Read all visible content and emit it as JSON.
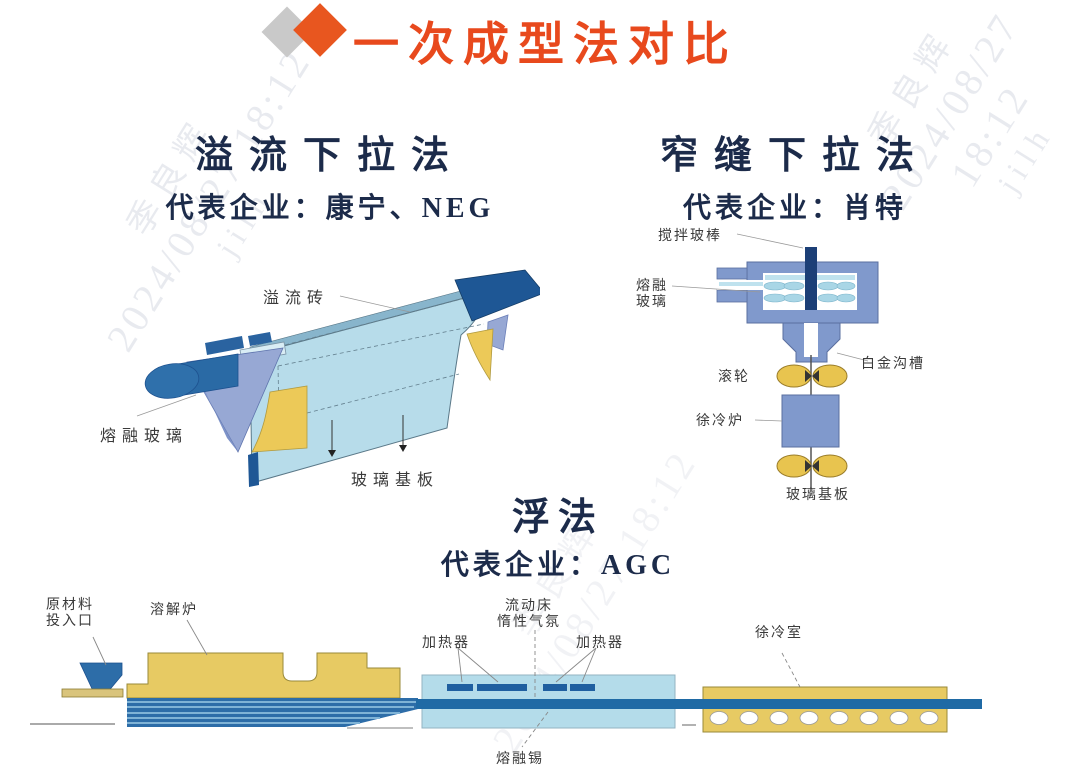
{
  "title": "一次成型法对比",
  "watermark": {
    "name": "季良辉",
    "date": "2024/08/27 18:12",
    "id": "jilh"
  },
  "overflow": {
    "heading": "溢流下拉法",
    "companies": "代表企业：康宁、NEG",
    "labels": {
      "overflow_brick": "溢流砖",
      "molten_glass": "熔融玻璃",
      "glass_substrate": "玻璃基板"
    }
  },
  "slot": {
    "heading": "窄缝下拉法",
    "companies": "代表企业：肖特",
    "labels": {
      "stir_rod": "搅拌玻棒",
      "molten_glass": "熔融\n玻璃",
      "platinum_groove": "白金沟槽",
      "rollers": "滚轮",
      "annealing_furnace": "徐冷炉",
      "glass_substrate": "玻璃基板"
    }
  },
  "float": {
    "heading": "浮法",
    "companies": "代表企业：AGC",
    "labels": {
      "raw_material_inlet": "原材料\n投入口",
      "melting_furnace": "溶解炉",
      "fluid_bed": "流动床\n惰性气氛",
      "heater_left": "加热器",
      "heater_right": "加热器",
      "cooling_chamber": "徐冷室",
      "molten_tin": "熔融锡"
    }
  },
  "colors": {
    "accent_orange": "#e8491d",
    "heading_navy": "#1c2b4a",
    "diagram_blue": "#2d6da8",
    "diagram_slate_blue": "#8099cc",
    "diagram_light_blue": "#b4dcea",
    "diagram_yellow": "#e7ca63",
    "diagram_purple": "#97a8d4",
    "diagram_navy": "#1e5795"
  }
}
